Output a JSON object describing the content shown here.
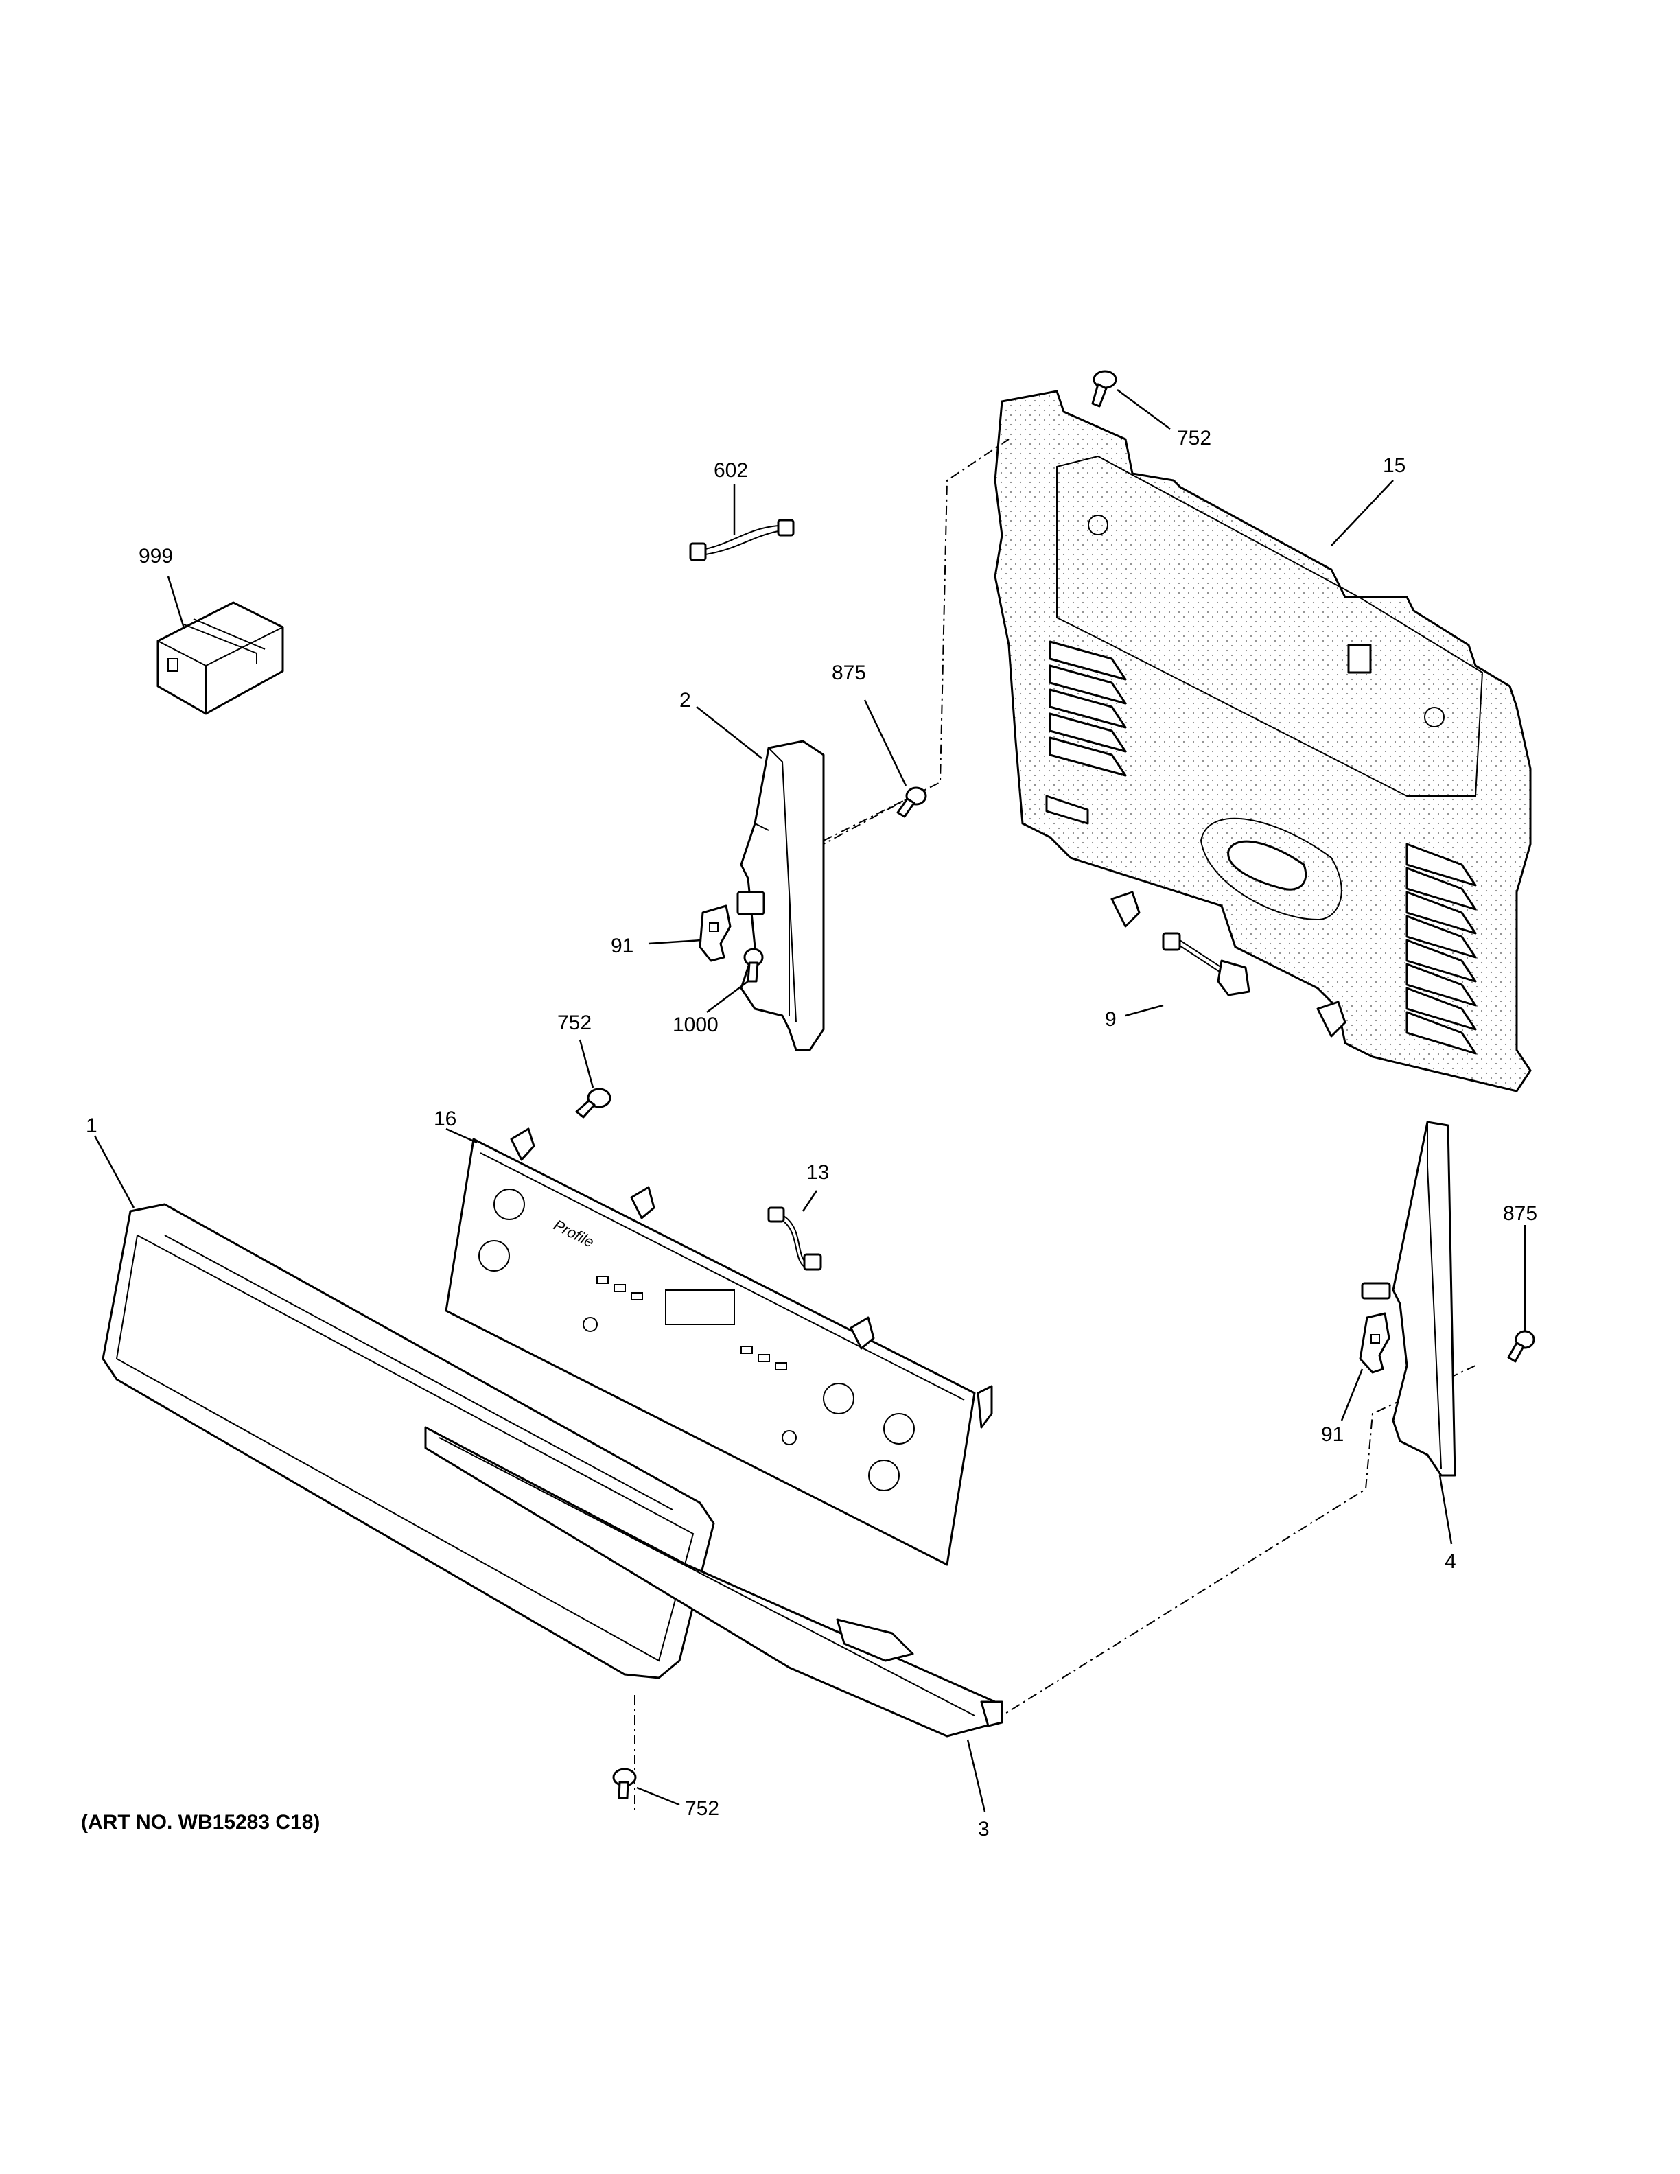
{
  "diagram": {
    "art_number": "(ART NO. WB15283 C18)",
    "brand_text": "Profile",
    "callouts": [
      {
        "id": "c999",
        "label": "999"
      },
      {
        "id": "c602",
        "label": "602"
      },
      {
        "id": "c752a",
        "label": "752"
      },
      {
        "id": "c15",
        "label": "15"
      },
      {
        "id": "c875a",
        "label": "875"
      },
      {
        "id": "c2",
        "label": "2"
      },
      {
        "id": "c91a",
        "label": "91"
      },
      {
        "id": "c1000",
        "label": "1000"
      },
      {
        "id": "c9",
        "label": "9"
      },
      {
        "id": "c752b",
        "label": "752"
      },
      {
        "id": "c16",
        "label": "16"
      },
      {
        "id": "c1",
        "label": "1"
      },
      {
        "id": "c13",
        "label": "13"
      },
      {
        "id": "c875b",
        "label": "875"
      },
      {
        "id": "c91b",
        "label": "91"
      },
      {
        "id": "c4",
        "label": "4"
      },
      {
        "id": "c752c",
        "label": "752"
      },
      {
        "id": "c3",
        "label": "3"
      }
    ]
  }
}
